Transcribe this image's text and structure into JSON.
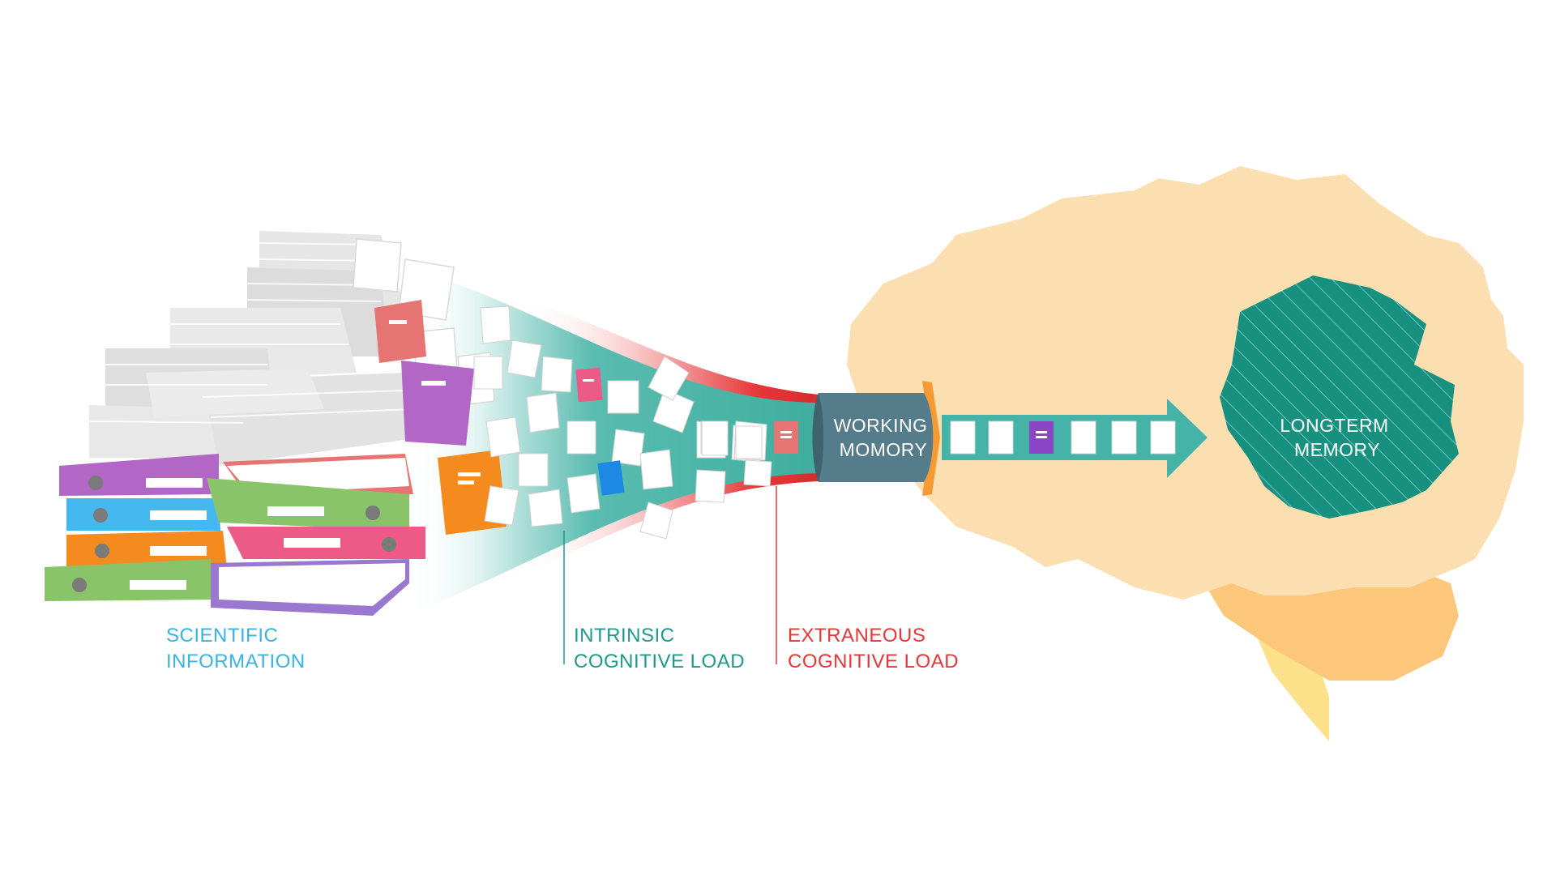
{
  "labels": {
    "scientific": [
      "SCIENTIFIC",
      "INFORMATION"
    ],
    "intrinsic": [
      "INTRINSIC",
      "COGNITIVE LOAD"
    ],
    "extraneous": [
      "EXTRANEOUS",
      "COGNITIVE LOAD"
    ],
    "working_memory": [
      "WORKING",
      "MOMORY"
    ],
    "longterm_memory": [
      "LONGTERM",
      "MEMORY"
    ]
  },
  "colors": {
    "scientific": "#3ab3e3",
    "intrinsic": "#1e9a8a",
    "extraneous": "#e53638",
    "teal": "#46b3a8",
    "dark_teal": "#17907f",
    "slate": "#557c8a",
    "brain": "#fcdfb1",
    "cerebellum": "#fcc77a",
    "brainstem": "#fde08a"
  },
  "icons": [
    "paper-stack-icon",
    "binder-icon",
    "book-icon",
    "document-icon",
    "brain-icon",
    "arrow-icon"
  ]
}
